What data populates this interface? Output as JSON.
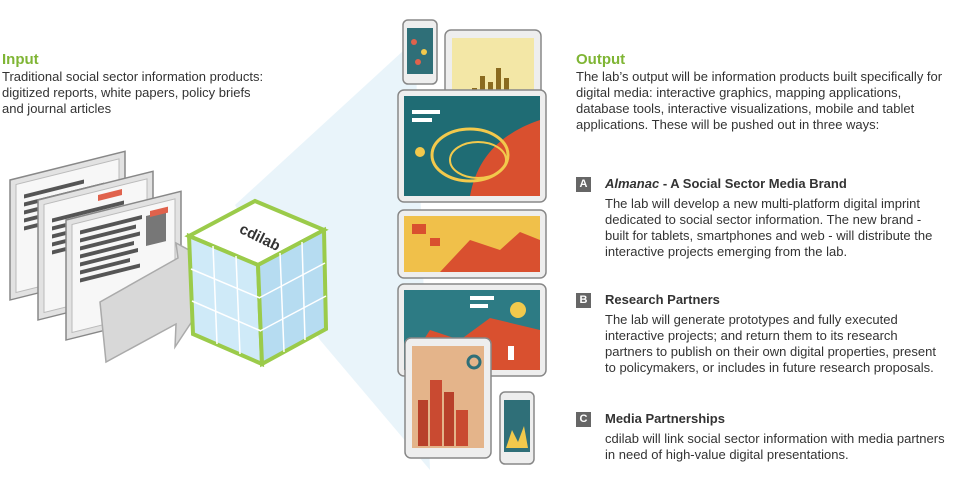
{
  "input": {
    "heading": "Input",
    "text": "Traditional social sector information products: digitized reports, white papers, policy briefs and journal articles"
  },
  "output": {
    "heading": "Output",
    "text": "The lab’s output will be information products built specifically for digital media: interactive graphics, mapping applications, database tools, interactive visualizations, mobile and tablet applications. These will be pushed out in three ways:"
  },
  "ways": [
    {
      "letter": "A",
      "title_italic": "Almanac",
      "title_rest": " - A Social Sector Media Brand",
      "body": "The lab will develop a new multi-platform digital imprint dedicated to social sector information. The new brand - built for tablets, smartphones and web - will distribute the interactive projects emerging from the lab."
    },
    {
      "letter": "B",
      "title_italic": "",
      "title_rest": "Research Partners",
      "body": "The lab will generate prototypes and fully executed interactive projects; and return them to its research partners to publish on their own digital properties, present to policymakers, or includes in future research proposals."
    },
    {
      "letter": "C",
      "title_italic": "",
      "title_rest": "Media Partnerships",
      "body": "cdilab will link social sector information with media partners in need of high-value digital presentations."
    }
  ],
  "cube": {
    "logo": "cdilab"
  },
  "icons": {
    "documents": "document-stack-icon",
    "arrow": "input-arrow-icon",
    "cube": "cdilab-cube-icon",
    "devices": "device-screens-icon"
  },
  "colors": {
    "accent_green": "#7fb534",
    "cube_blue": "#bfe3f5",
    "badge_gray": "#666666",
    "doc_red": "#e0624c"
  }
}
